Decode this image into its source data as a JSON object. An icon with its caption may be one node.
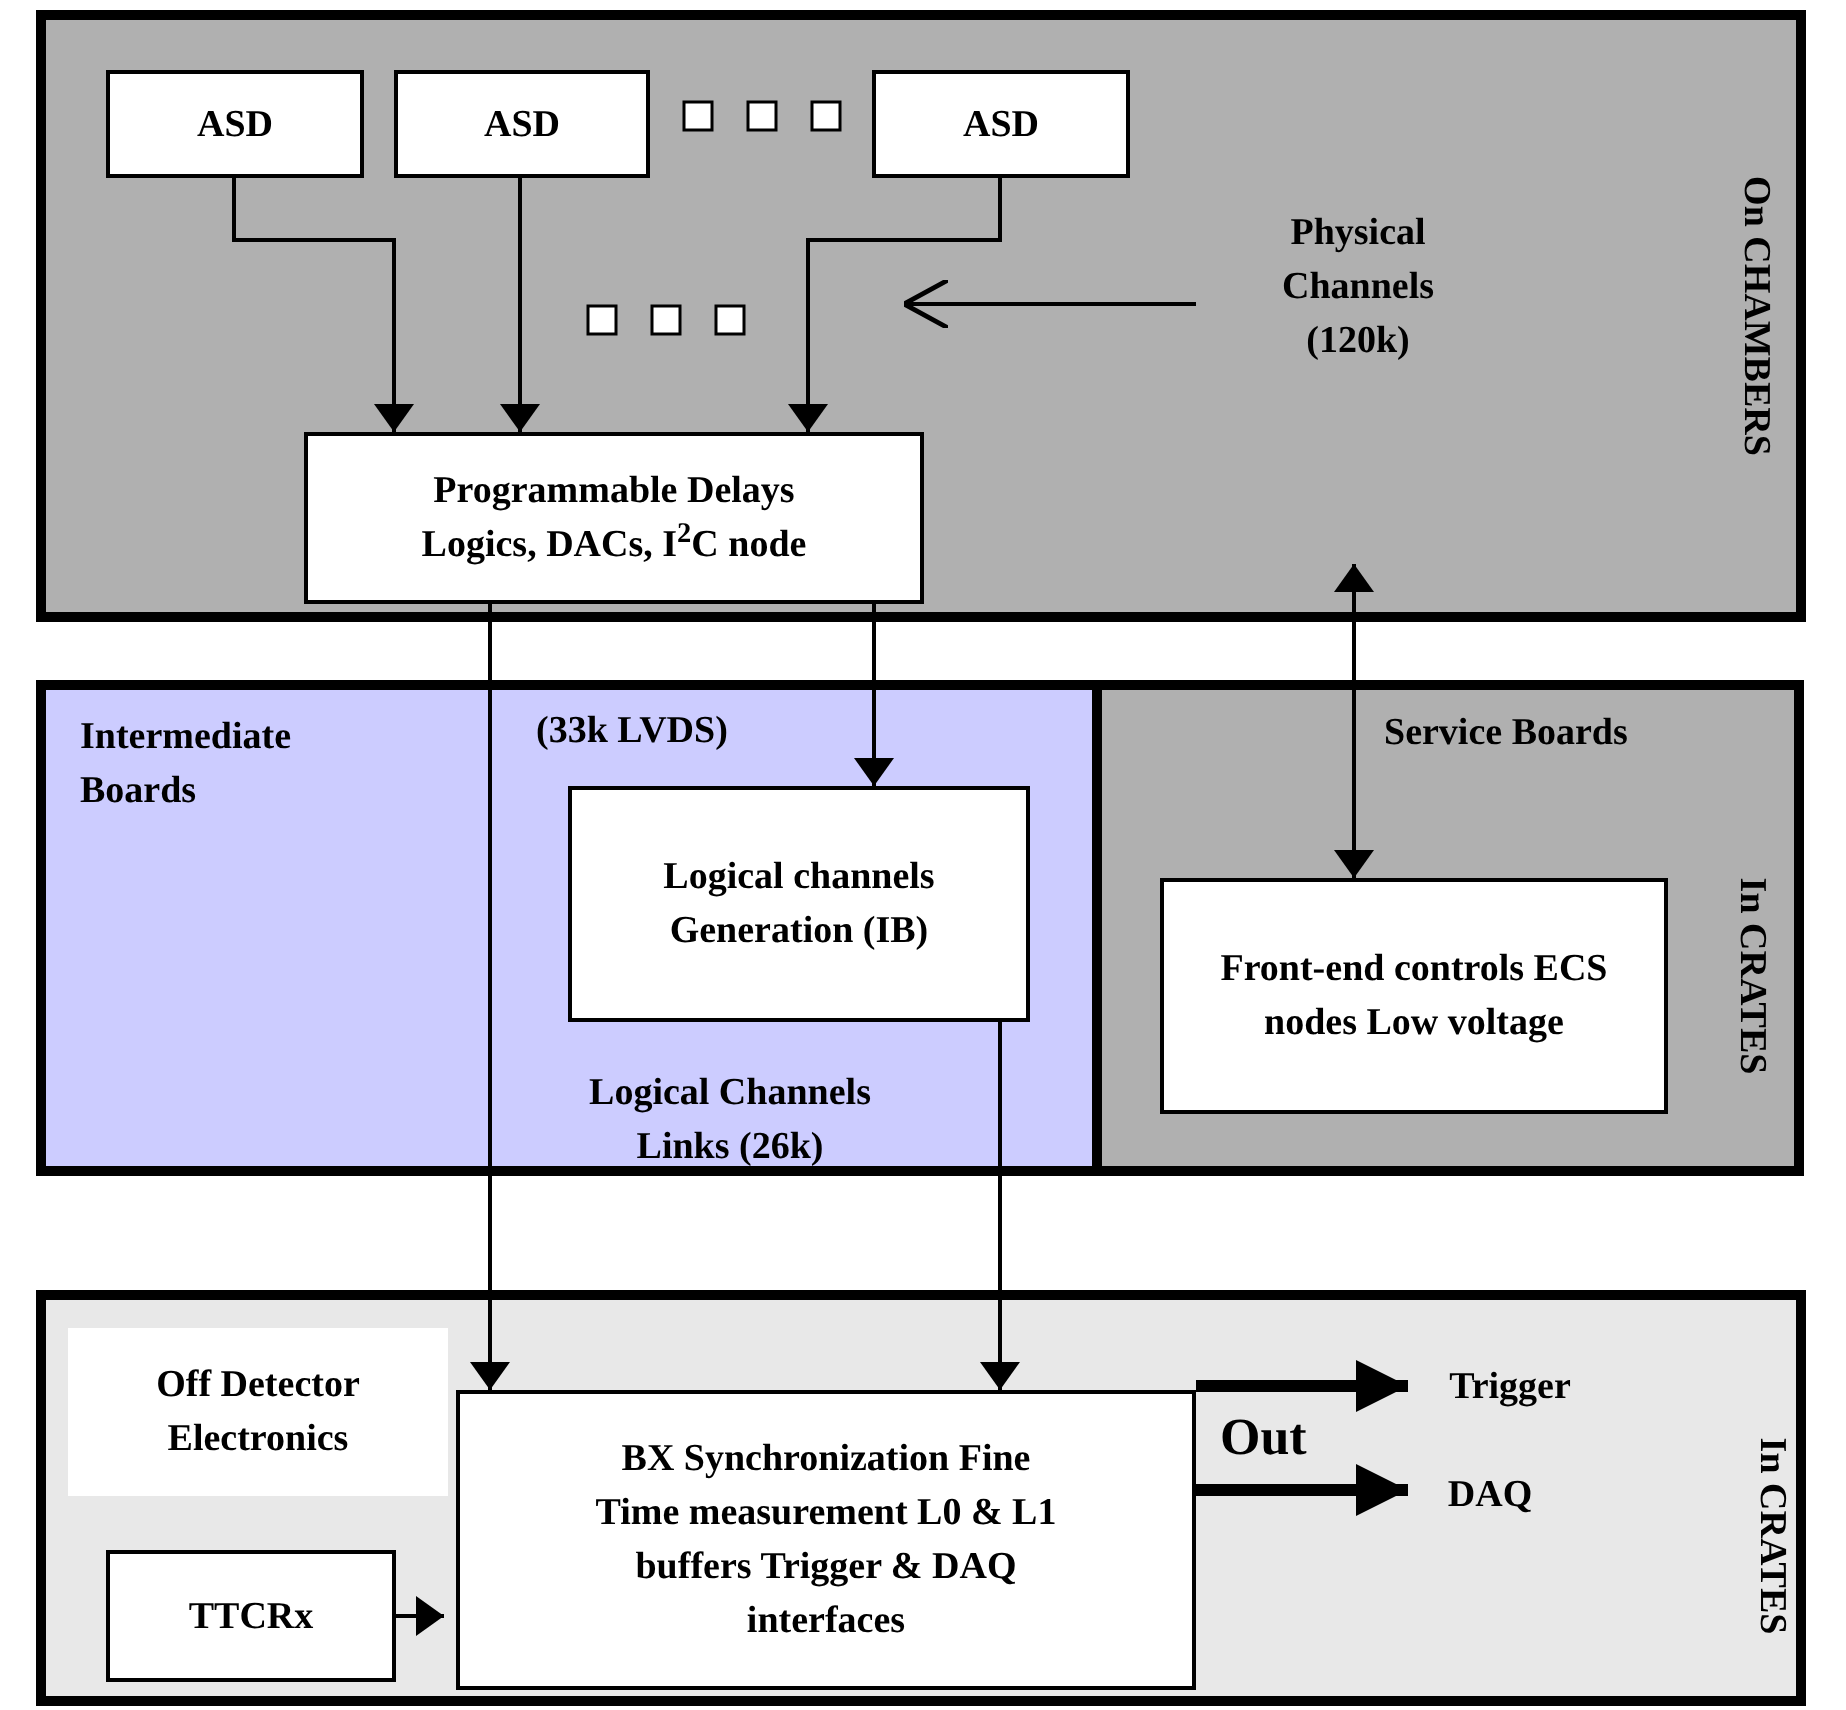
{
  "diagram": {
    "nodes": [
      {
        "text": [
          "On CHAMBERS"
        ]
      },
      {
        "text": [
          "ASD"
        ],
        "in": 0
      },
      {
        "text": [
          "ASD"
        ],
        "in": 0
      },
      {
        "text": [
          "ASD"
        ],
        "in": 0
      },
      {
        "text": [
          "Physical Channels (120k)"
        ],
        "in": 0
      },
      {
        "text": [
          "Programmable Delays Logics, DACs, I$^{2}$C node"
        ],
        "in": 0
      },
      {
        "text": [
          "Intermediate Boards"
        ]
      },
      {
        "text": [
          "Logical channels Generation (IB)"
        ],
        "in": 6
      },
      {
        "text": [
          "Service Boards",
          "In CRATES"
        ]
      },
      {
        "text": [
          "Front-end controls ECS nodes Low voltage"
        ],
        "in": 8
      },
      {
        "text": [
          "In CRATES"
        ]
      },
      {
        "text": [
          "Off Detector Electronics"
        ],
        "in": 10
      },
      {
        "text": [
          "BX Synchronization Fine Time measurement L0 & L1 buffers Trigger & DAQ interfaces"
        ],
        "in": 10
      },
      {
        "text": [
          "TTCRx"
        ],
        "in": 10
      },
      {
        "text": [
          "Trigger"
        ],
        "in": 10
      },
      {
        "text": [
          "DAQ"
        ],
        "in": 10
      }
    ],
    "edges": [
      {
        "from": 1,
        "to": 5,
        "arrow": "to"
      },
      {
        "from": 2,
        "to": 5,
        "arrow": "to"
      },
      {
        "from": 3,
        "to": 5,
        "arrow": "to"
      },
      {
        "from": 4,
        "to": null,
        "arrow": "to"
      },
      {
        "from": 5,
        "to": 12,
        "arrow": "to"
      },
      {
        "from": 5,
        "to": 7,
        "arrow": "to"
      },
      {
        "from": 7,
        "to": 12,
        "arrow": "to"
      },
      {
        "from": 0,
        "to": 9,
        "arrow": "both"
      },
      {
        "from": 13,
        "to": 12,
        "arrow": "to"
      },
      {
        "from": 12,
        "to": 14,
        "arrow": "to",
        "style": "thick"
      },
      {
        "from": 12,
        "to": 15,
        "arrow": "to",
        "style": "thick"
      }
    ],
    "labels": [
      "(33k LVDS)",
      "Logical Channels Links (26k)",
      "Out"
    ]
  }
}
